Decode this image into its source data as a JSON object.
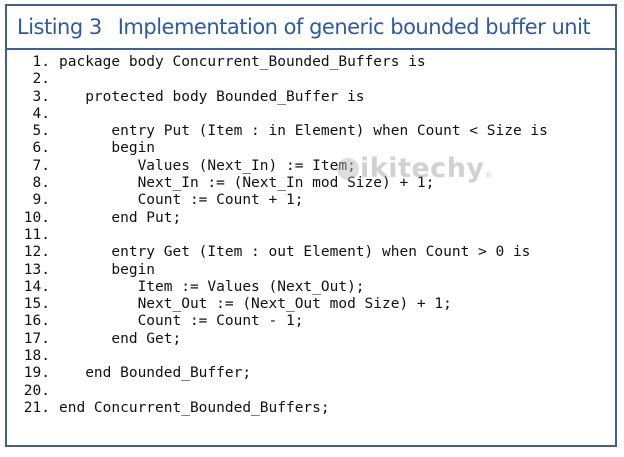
{
  "title": {
    "listing": "Listing 3",
    "text": "Implementation of generic bounded buffer unit"
  },
  "code_lines": [
    {
      "no": "1.",
      "text": "package body Concurrent_Bounded_Buffers is"
    },
    {
      "no": "2.",
      "text": ""
    },
    {
      "no": "3.",
      "text": "   protected body Bounded_Buffer is"
    },
    {
      "no": "4.",
      "text": ""
    },
    {
      "no": "5.",
      "text": "      entry Put (Item : in Element) when Count < Size is"
    },
    {
      "no": "6.",
      "text": "      begin"
    },
    {
      "no": "7.",
      "text": "         Values (Next_In) := Item;"
    },
    {
      "no": "8.",
      "text": "         Next_In := (Next_In mod Size) + 1;"
    },
    {
      "no": "9.",
      "text": "         Count := Count + 1;"
    },
    {
      "no": "10.",
      "text": "      end Put;"
    },
    {
      "no": "11.",
      "text": ""
    },
    {
      "no": "12.",
      "text": "      entry Get (Item : out Element) when Count > 0 is"
    },
    {
      "no": "13.",
      "text": "      begin"
    },
    {
      "no": "14.",
      "text": "         Item := Values (Next_Out);"
    },
    {
      "no": "15.",
      "text": "         Next_Out := (Next_Out mod Size) + 1;"
    },
    {
      "no": "16.",
      "text": "         Count := Count - 1;"
    },
    {
      "no": "17.",
      "text": "      end Get;"
    },
    {
      "no": "18.",
      "text": ""
    },
    {
      "no": "19.",
      "text": "   end Bounded_Buffer;"
    },
    {
      "no": "20.",
      "text": ""
    },
    {
      "no": "21.",
      "text": "end Concurrent_Bounded_Buffers;"
    }
  ],
  "watermark": {
    "text": "ikitechy",
    "mark": "®",
    "icon": "wikitechy-logo-icon"
  },
  "colors": {
    "title": "#2d5aa8",
    "border": "#3d5f9a",
    "code": "#111111",
    "watermark": "#9a9a9a"
  }
}
